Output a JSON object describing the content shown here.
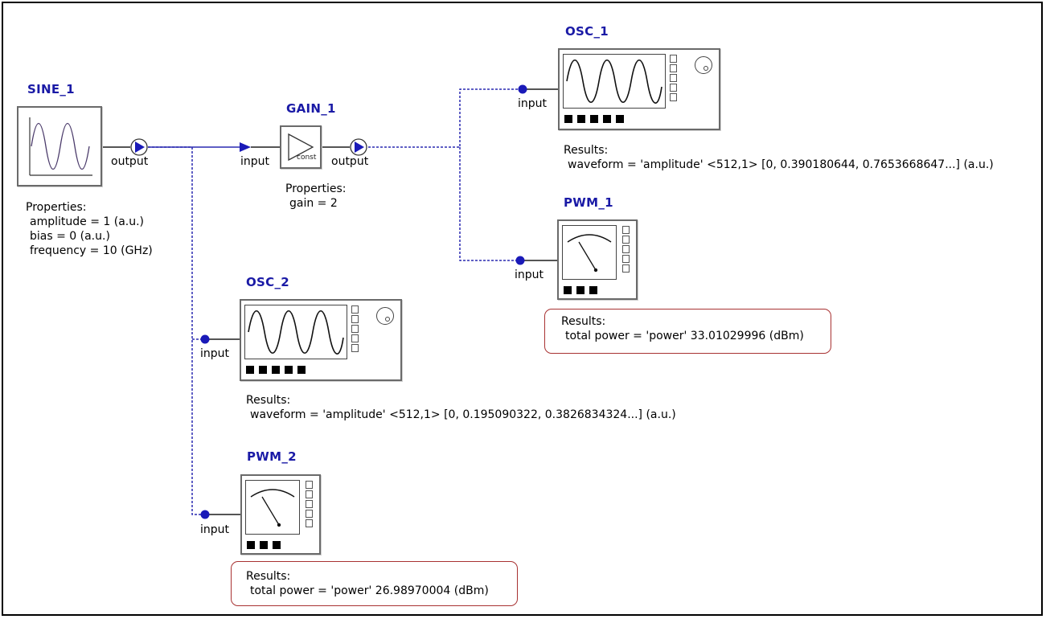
{
  "blocks": {
    "sine": {
      "title": "SINE_1",
      "port_output": "output",
      "properties_header": "Properties:",
      "properties": [
        "amplitude = 1 (a.u.)",
        "bias = 0 (a.u.)",
        "frequency = 10 (GHz)"
      ]
    },
    "gain": {
      "title": "GAIN_1",
      "port_input": "input",
      "port_output": "output",
      "icon_text": "const",
      "properties_header": "Properties:",
      "properties": [
        "gain = 2"
      ]
    },
    "osc1": {
      "title": "OSC_1",
      "port_input": "input",
      "results_header": "Results:",
      "results": [
        "waveform = 'amplitude' <512,1> [0, 0.390180644, 0.7653668647...] (a.u.)"
      ]
    },
    "pwm1": {
      "title": "PWM_1",
      "port_input": "input",
      "results_header": "Results:",
      "results": [
        "total power = 'power' 33.01029996 (dBm)"
      ]
    },
    "osc2": {
      "title": "OSC_2",
      "port_input": "input",
      "results_header": "Results:",
      "results": [
        "waveform = 'amplitude' <512,1> [0, 0.195090322, 0.3826834324...] (a.u.)"
      ]
    },
    "pwm2": {
      "title": "PWM_2",
      "port_input": "input",
      "results_header": "Results:",
      "results": [
        "total power = 'power' 26.98970004 (dBm)"
      ]
    }
  },
  "colors": {
    "title": "#1a1aa6",
    "wire": "#2a2ab0",
    "port": "#1a1ab8",
    "callout_border": "#a83232"
  }
}
